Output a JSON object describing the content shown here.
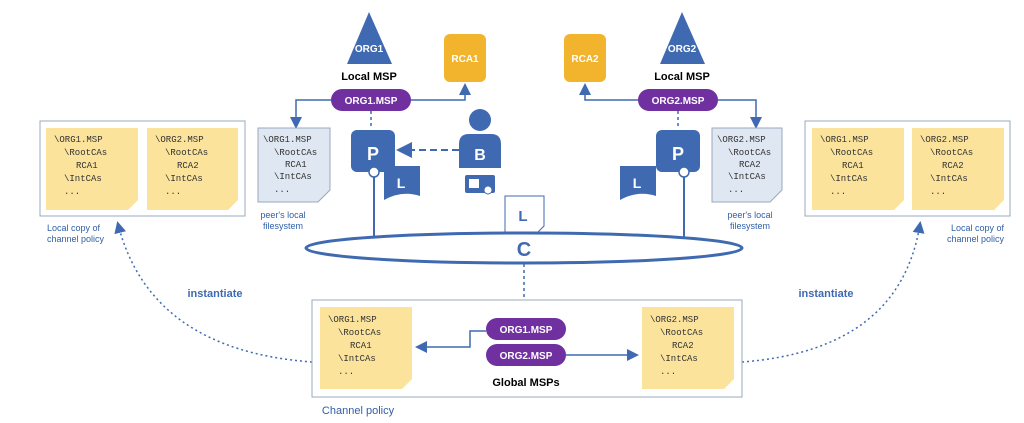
{
  "orgs": {
    "org1": "ORG1",
    "org2": "ORG2",
    "rca1": "RCA1",
    "rca2": "RCA2",
    "local_msp": "Local MSP"
  },
  "msps": {
    "org1": "ORG1.MSP",
    "org2": "ORG2.MSP"
  },
  "nodes": {
    "peer": "P",
    "ledger": "L",
    "client": "B",
    "channel": "C"
  },
  "msp_docs": {
    "org1": [
      "\\ORG1.MSP",
      "\\RootCAs",
      "RCA1",
      "\\IntCAs",
      "..."
    ],
    "org2": [
      "\\ORG2.MSP",
      "\\RootCAs",
      "RCA2",
      "\\IntCAs",
      "..."
    ]
  },
  "labels": {
    "local_copy_1": "Local copy of",
    "local_copy_2": "channel policy",
    "peer_fs_1": "peer's local",
    "peer_fs_2": "filesystem",
    "instantiate": "instantiate",
    "global_msps": "Global MSPs",
    "channel_policy": "Channel policy"
  },
  "colors": {
    "blue": "#3f6ab1",
    "purple": "#7030a0",
    "orange": "#f2b42c",
    "note": "#fbe39c",
    "doc_blue": "#dfe7f2"
  }
}
